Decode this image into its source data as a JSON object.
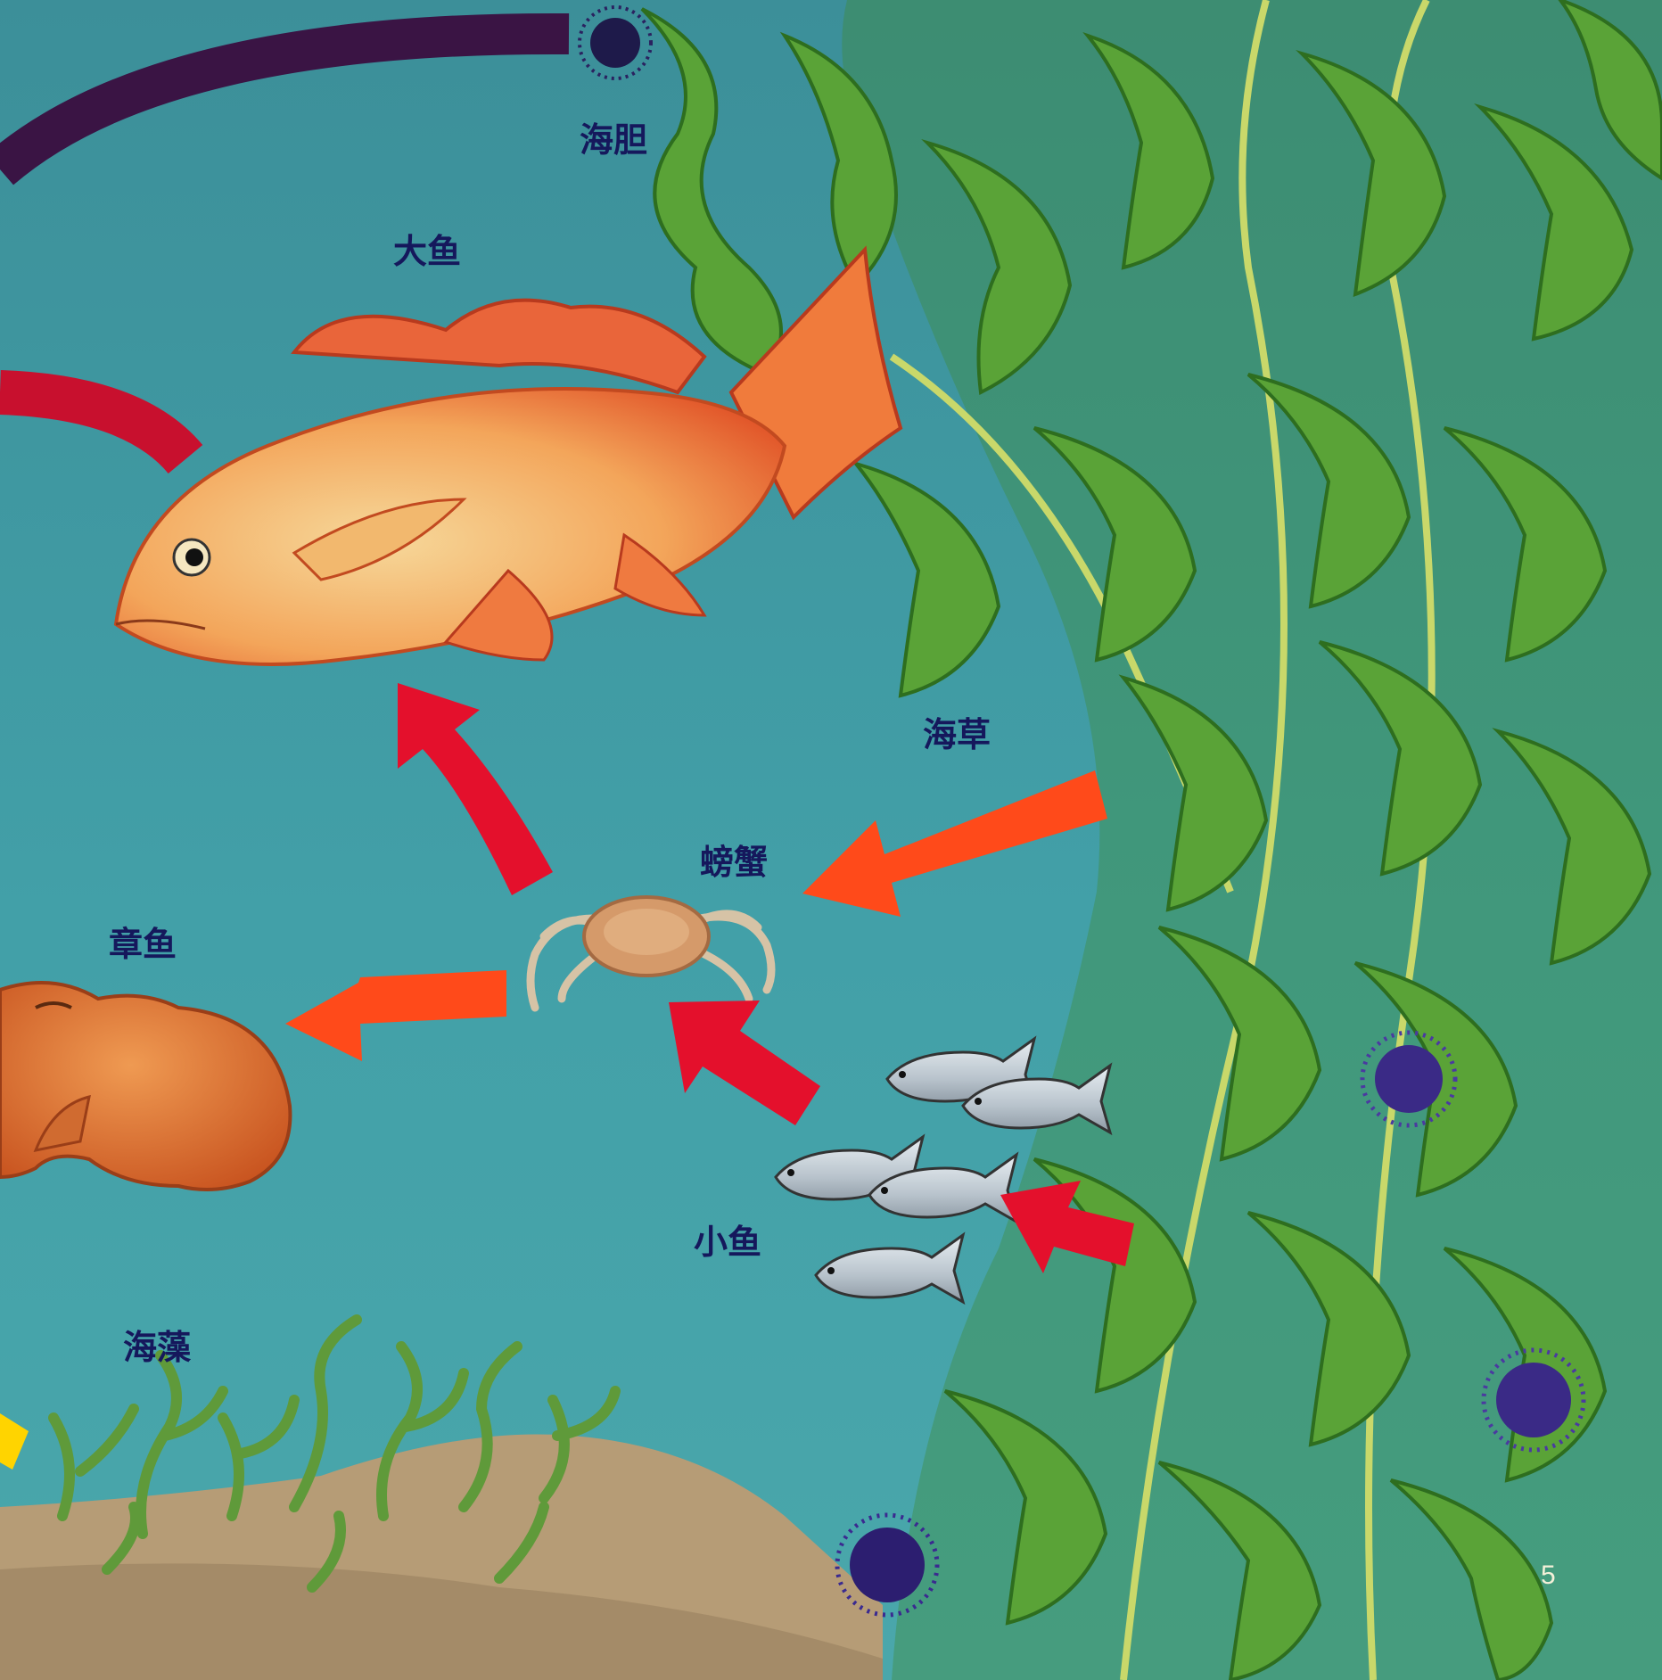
{
  "labels": {
    "sea_urchin": "海胆",
    "big_fish": "大鱼",
    "kelp": "海草",
    "crab": "螃蟹",
    "octopus": "章鱼",
    "small_fish": "小鱼",
    "seaweed": "海藻"
  },
  "page_number": "5",
  "colors": {
    "water": "#3f9aa3",
    "label_text": "#15185c",
    "arrow_red": "#e4102c",
    "arrow_orange": "#ff4a1a",
    "band_purple": "#3a1444",
    "band_red": "#c8102e",
    "band_yellow": "#ffd400",
    "kelp_green": "#4f9a2e"
  },
  "arrows": [
    {
      "from": "kelp",
      "to": "crab"
    },
    {
      "from": "crab",
      "to": "big_fish"
    },
    {
      "from": "crab",
      "to": "octopus"
    },
    {
      "from": "small_fish",
      "to": "crab"
    },
    {
      "from": "kelp",
      "to": "small_fish"
    }
  ]
}
